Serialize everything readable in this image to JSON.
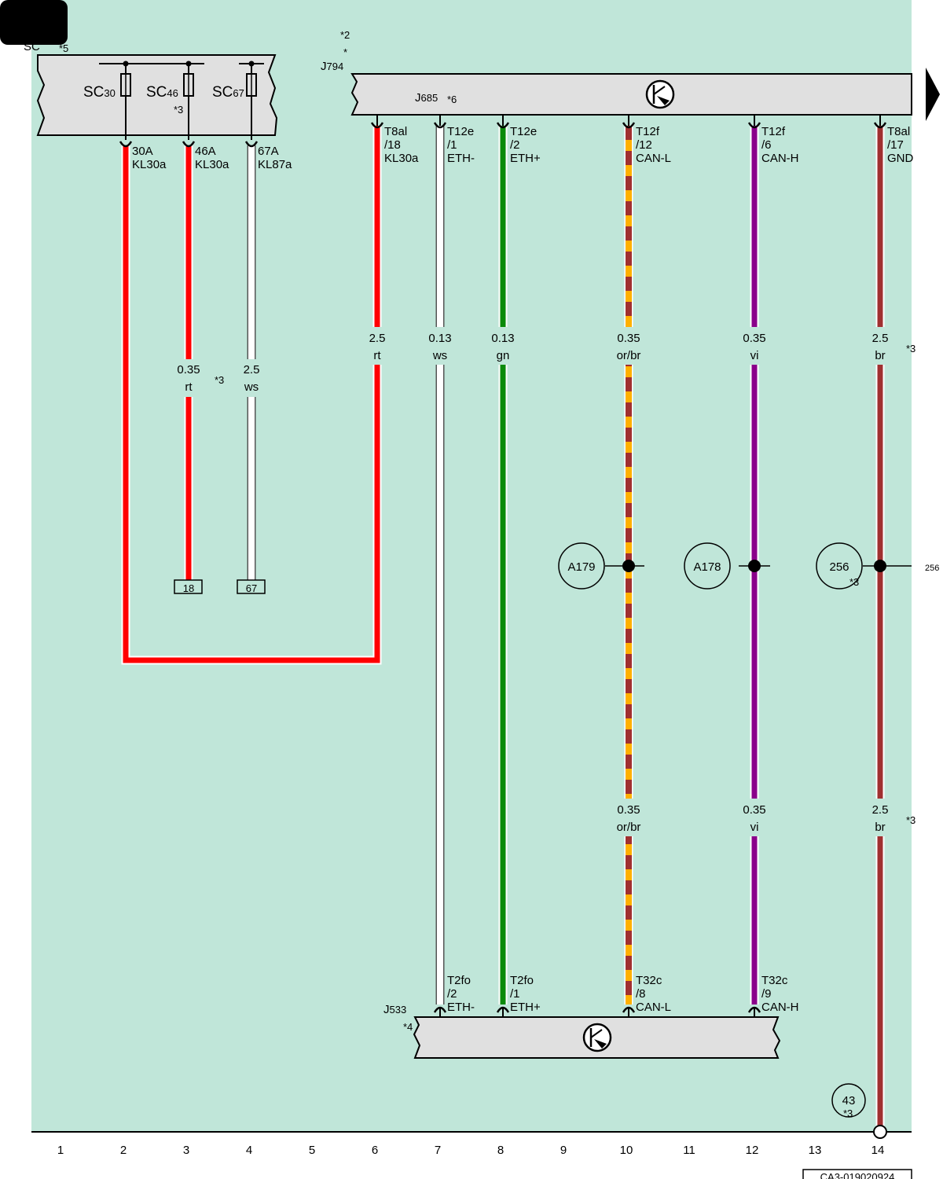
{
  "colors": {
    "background": "#c0e6d9",
    "component": "#e0e0e0",
    "red": "#ff0000",
    "green": "#0a8a0a",
    "orange": "#ffb000",
    "brown": "#a03030",
    "violet": "#8a008a",
    "white": "#ffffff"
  },
  "sc_block": {
    "partial_label": "SC",
    "note": "*5",
    "fuses": [
      {
        "name": "SC",
        "num": "30",
        "note": "",
        "pin": "30A",
        "signal": "KL30a"
      },
      {
        "name": "SC",
        "num": "46",
        "note": "*3",
        "pin": "46A",
        "signal": "KL30a"
      },
      {
        "name": "SC",
        "num": "67",
        "note": "",
        "pin": "67A",
        "signal": "KL87a"
      }
    ]
  },
  "j794": {
    "name": "J",
    "num": "794",
    "note_top": "*2",
    "note_star": "*",
    "inner_name": "J",
    "inner_num": "685",
    "inner_note": "*6",
    "icon": "network-gateway-icon",
    "pins": [
      {
        "conn": "T8al",
        "pin": "/18",
        "signal": "KL30a"
      },
      {
        "conn": "T12e",
        "pin": "/1",
        "signal": "ETH-"
      },
      {
        "conn": "T12e",
        "pin": "/2",
        "signal": "ETH+"
      },
      {
        "conn": "T12f",
        "pin": "/12",
        "signal": "CAN-L"
      },
      {
        "conn": "T12f",
        "pin": "/6",
        "signal": "CAN-H"
      },
      {
        "conn": "T8al",
        "pin": "/17",
        "signal": "GND"
      }
    ]
  },
  "j533": {
    "name": "J",
    "num": "533",
    "note": "*4",
    "icon": "network-gateway-icon",
    "pins": [
      {
        "conn": "T2fo",
        "pin": "/2",
        "signal": "ETH-"
      },
      {
        "conn": "T2fo",
        "pin": "/1",
        "signal": "ETH+"
      },
      {
        "conn": "T32c",
        "pin": "/8",
        "signal": "CAN-L"
      },
      {
        "conn": "T32c",
        "pin": "/9",
        "signal": "CAN-H"
      }
    ]
  },
  "wires": [
    {
      "size": "0.35",
      "color": "rt",
      "note": "*3"
    },
    {
      "size": "2.5",
      "color": "ws",
      "note": ""
    },
    {
      "size": "2.5",
      "color": "rt",
      "note": ""
    },
    {
      "size": "0.13",
      "color": "ws",
      "note": ""
    },
    {
      "size": "0.13",
      "color": "gn",
      "note": ""
    },
    {
      "size": "0.35",
      "color": "or/br",
      "note": ""
    },
    {
      "size": "0.35",
      "color": "vi",
      "note": ""
    },
    {
      "size": "2.5",
      "color": "br",
      "note": "*3"
    },
    {
      "size": "0.35",
      "color": "or/br",
      "note": ""
    },
    {
      "size": "0.35",
      "color": "vi",
      "note": ""
    },
    {
      "size": "2.5",
      "color": "br",
      "note": "*3"
    }
  ],
  "terminals": [
    "18",
    "67"
  ],
  "connections": [
    {
      "label": "A179",
      "note": ""
    },
    {
      "label": "A178",
      "note": ""
    },
    {
      "label": "256",
      "note": "*3"
    }
  ],
  "ground": {
    "label": "43",
    "note": "*3"
  },
  "right_ref": "256",
  "columns": [
    "1",
    "2",
    "3",
    "4",
    "5",
    "6",
    "7",
    "8",
    "9",
    "10",
    "11",
    "12",
    "13",
    "14"
  ],
  "doc_code": "CA3-019020924"
}
